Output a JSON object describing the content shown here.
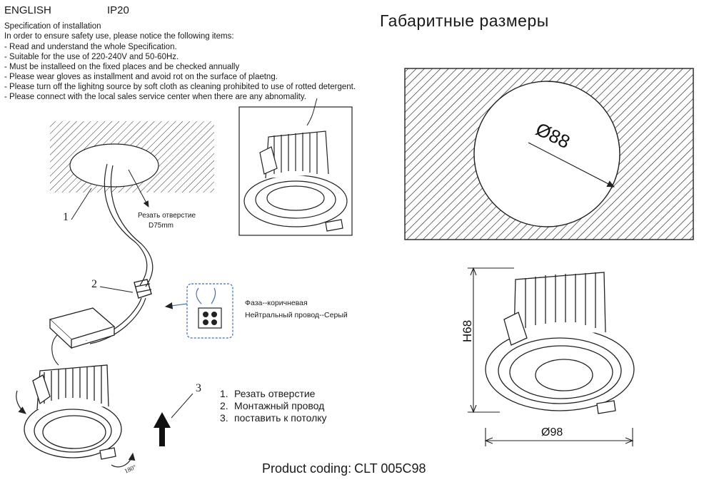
{
  "header": {
    "language": "ENGLISH",
    "ip_rating": "IP20"
  },
  "specification": {
    "title": "Specification of installation",
    "intro": "In order to ensure safety use, please notice the following items:",
    "items": [
      "- Read and understand the whole Specification.",
      "- Suitable for the use of 220-240V and 50-60Hz.",
      "- Must be installeed on the fixed places and be checked annually",
      "- Please wear gloves as installment and avoid rot on the surface of plaetng.",
      "- Please turn off the lighitng source by soft cloth as cleaning prohibited to use of rotted detergent.",
      "- Please connect with the local sales service center when there are any abnomality."
    ]
  },
  "installation": {
    "callouts": [
      "1",
      "2",
      "3"
    ],
    "cutout_label": "Резать отверстие",
    "cutout_diameter": "D75mm",
    "wiring": {
      "phase": "Фаза--коричневая",
      "neutral": "Нейтральный провод--Серый"
    },
    "steps": [
      {
        "num": "1.",
        "text": "Резать отверстие"
      },
      {
        "num": "2.",
        "text": "Монтажный провод"
      },
      {
        "num": "3.",
        "text": "поставить к потолку"
      }
    ],
    "rotation_label": "180°"
  },
  "dimensions": {
    "title": "Габаритные размеры",
    "cutout": "Ø88",
    "height": "H68",
    "outer_diameter": "Ø98"
  },
  "footer": {
    "coding_label": "Product coding:",
    "coding_value": "CLT 005C98"
  },
  "colors": {
    "line": "#222222",
    "accent_blue": "#3a6fb0"
  }
}
